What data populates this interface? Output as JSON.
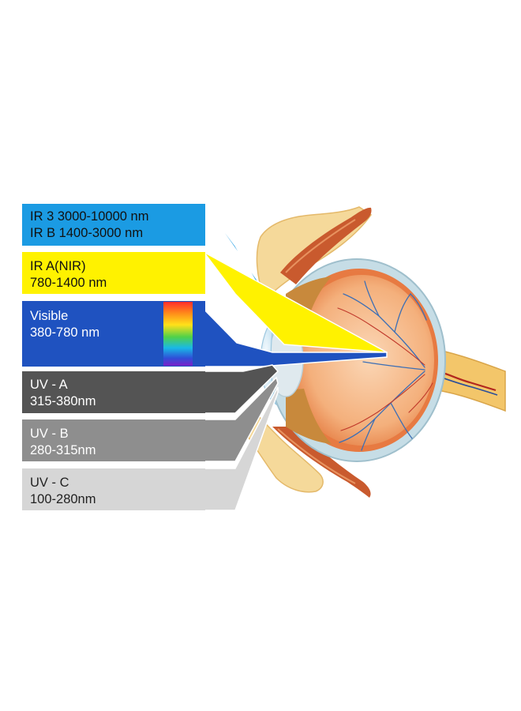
{
  "bands": [
    {
      "id": "ir-far",
      "line1": "IR 3 3000-10000 nm",
      "line2": "IR B 1400-3000 nm",
      "fill": "#1b9be3",
      "text": "#111111"
    },
    {
      "id": "ir-a",
      "line1": "IR A(NIR)",
      "line2": "780-1400 nm",
      "fill": "#fff200",
      "text": "#111111"
    },
    {
      "id": "visible",
      "line1": "Visible",
      "line2": "380-780 nm",
      "fill": "#1f52c0",
      "text": "#ffffff"
    },
    {
      "id": "uv-a",
      "line1": "UV - A",
      "line2": "315-380nm",
      "fill": "#545454",
      "text": "#ffffff"
    },
    {
      "id": "uv-b",
      "line1": "UV - B",
      "line2": "280-315nm",
      "fill": "#8e8e8e",
      "text": "#ffffff"
    },
    {
      "id": "uv-c",
      "line1": "UV - C",
      "line2": "100-280nm",
      "fill": "#d6d6d6",
      "text": "#222222"
    }
  ],
  "colors": {
    "sclera": "#c6dde6",
    "choroid": "#e77a42",
    "retina": "#f6c49a",
    "vessel": "#3d6fb5",
    "muscle": "#c95a2e",
    "bone": "#f5d99a",
    "nerve": "#f3c66a"
  }
}
